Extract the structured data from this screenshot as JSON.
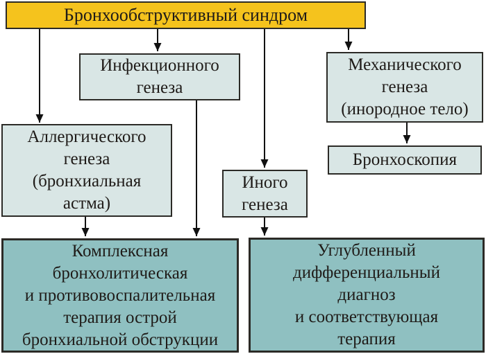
{
  "theme": {
    "background": "#ffffff",
    "title_fill": "#f5c31d",
    "node_fill": "#d9e6e5",
    "action_fill": "#8fc0c1",
    "border_color": "#2b2a26",
    "text_color": "#1f1b18",
    "arrow_color": "#111111"
  },
  "diagram": {
    "type": "flowchart",
    "nodes": {
      "title": {
        "label": "Бронхообструктивный синдром"
      },
      "infectious": {
        "label": "Инфекционного\nгенеза"
      },
      "mechanical": {
        "label": "Механического\nгенеза\n(инородное тело)"
      },
      "allergic": {
        "label": "Аллергического\nгенеза\n(бронхиальная\nастма)"
      },
      "bronchoscopy": {
        "label": "Бронхоскопия"
      },
      "other": {
        "label": "Иного\nгенеза"
      },
      "therapy": {
        "label": "Комплексная\nбронхолитическая\nи противовоспалительная\nтерапия острой\nбронхиальной обструкции"
      },
      "differential": {
        "label": "Углубленный\nдифференциальный\nдиагноз\nи соответствующая\nтерапия"
      }
    },
    "edges": [
      {
        "from": "title",
        "to": "allergic"
      },
      {
        "from": "title",
        "to": "infectious"
      },
      {
        "from": "title",
        "to": "other"
      },
      {
        "from": "title",
        "to": "mechanical"
      },
      {
        "from": "infectious",
        "to": "therapy"
      },
      {
        "from": "allergic",
        "to": "therapy"
      },
      {
        "from": "other",
        "to": "differential"
      },
      {
        "from": "mechanical",
        "to": "bronchoscopy"
      }
    ]
  }
}
